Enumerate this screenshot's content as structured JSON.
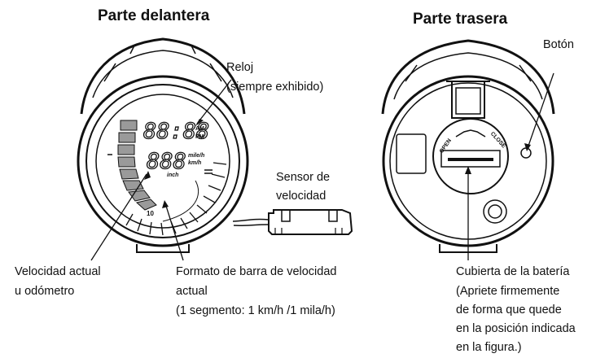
{
  "front": {
    "title": "Parte delantera",
    "clock_label_1": "Reloj",
    "clock_label_2": "(siempre exhibido)",
    "sensor_label_1": "Sensor de",
    "sensor_label_2": "velocidad",
    "speed_label_1": "Velocidad actual",
    "speed_label_2": "u odómetro",
    "bar_label_1": "Formato de barra de velocidad",
    "bar_label_2": "actual",
    "bar_label_3": "(1 segmento: 1 km/h /1 mila/h)",
    "display": {
      "clock_digits": "88:88",
      "am": "AM",
      "pm": "PM",
      "speed_digits": "888",
      "unit_1": "mile/h",
      "unit_2": "km/h",
      "inch": "inch",
      "bar_mark": "10"
    }
  },
  "back": {
    "title": "Parte trasera",
    "button_label": "Botón",
    "battery_label_1": "Cubierta de la batería",
    "battery_label_2": "(Apriete firmemente",
    "battery_label_3": "de forma que quede",
    "battery_label_4": "en la posición indicada",
    "battery_label_5": "en la figura.)",
    "open_text": "OPEN",
    "close_text": "CLOSE"
  }
}
